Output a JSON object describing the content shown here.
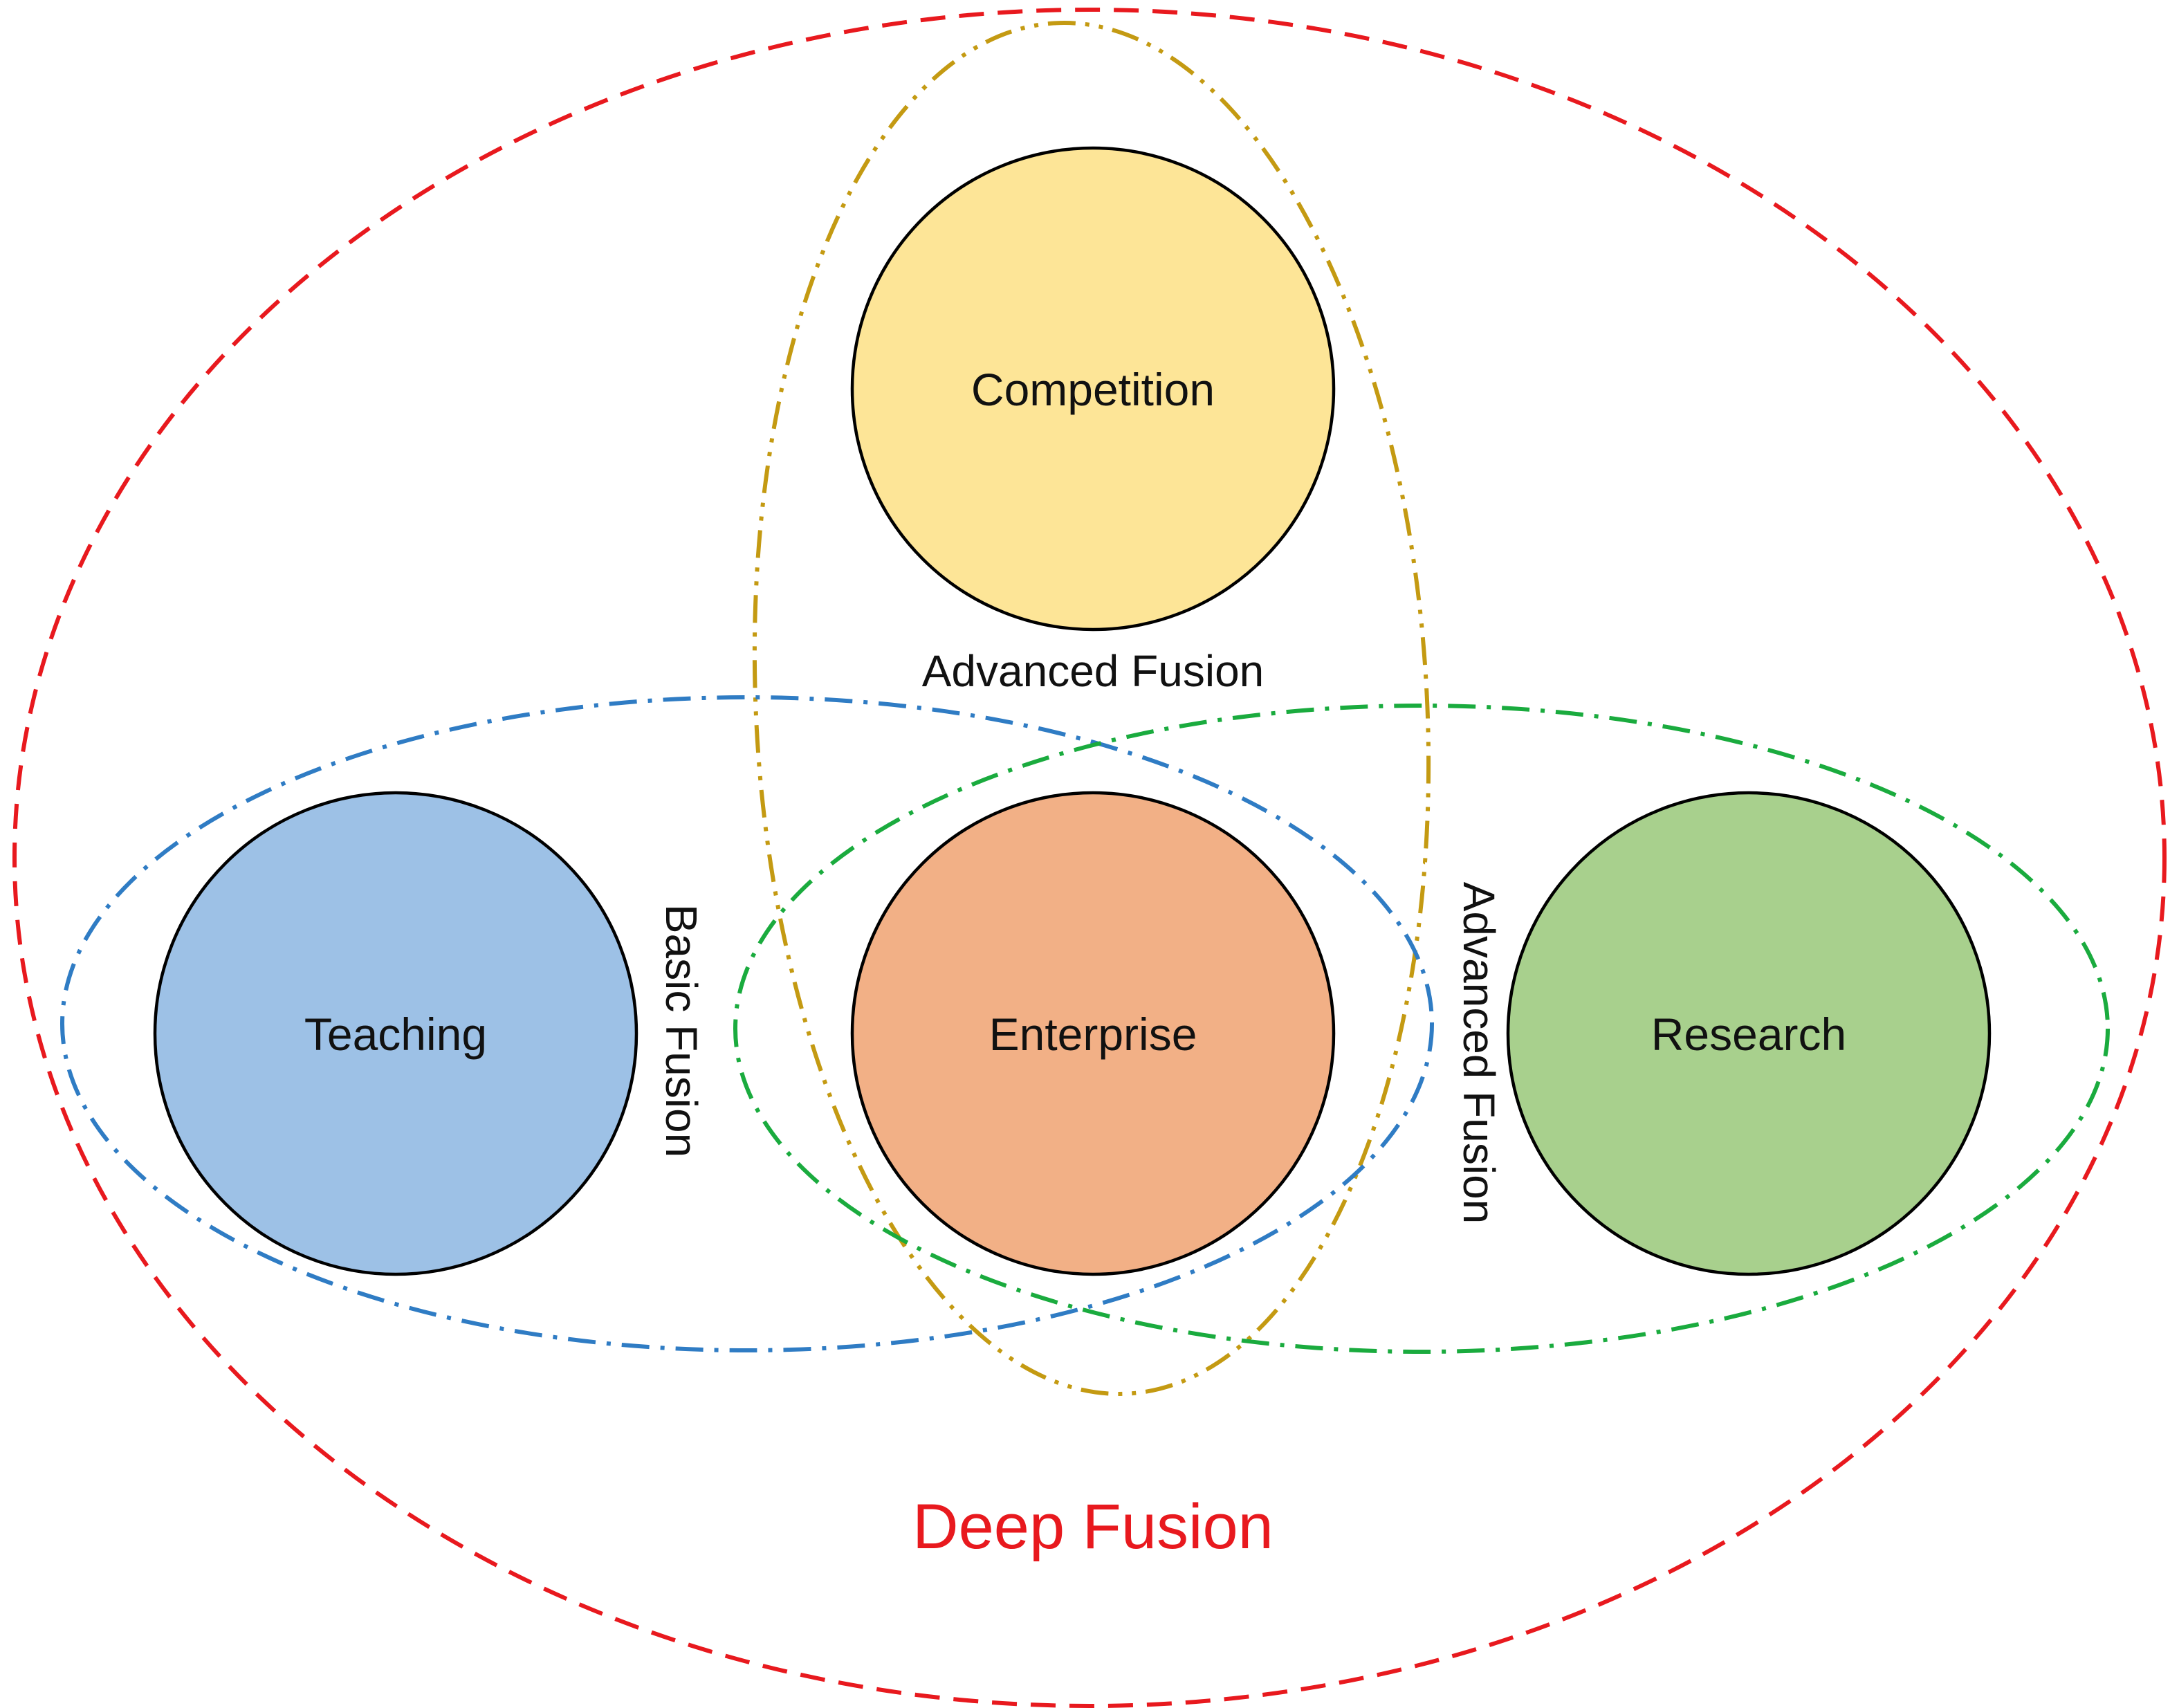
{
  "colors": {
    "deep": "#e8191e",
    "advanced_vertical": "#c49a12",
    "basic": "#2f7cc4",
    "advanced_horizontal": "#1aab3e",
    "competition_fill": "#fde597",
    "teaching_fill": "#9dc1e6",
    "enterprise_fill": "#f2b086",
    "research_fill": "#a8d08d"
  },
  "nodes": {
    "competition": {
      "label": "Competition"
    },
    "teaching": {
      "label": "Teaching"
    },
    "enterprise": {
      "label": "Enterprise"
    },
    "research": {
      "label": "Research"
    }
  },
  "fusion_labels": {
    "advanced_top": "Advanced Fusion",
    "basic": "Basic Fusion",
    "advanced_side": "Advanced Fusion",
    "deep": "Deep Fusion"
  }
}
